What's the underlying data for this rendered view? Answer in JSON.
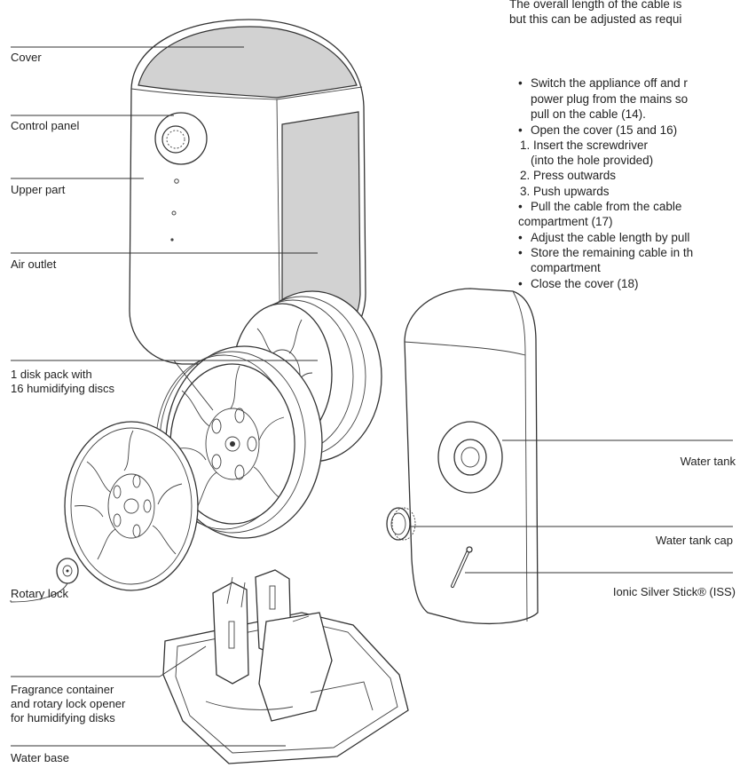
{
  "labels": {
    "cover": "Cover",
    "control_panel": "Control panel",
    "upper_part": "Upper part",
    "air_outlet": "Air outlet",
    "disk_pack_line1": "1 disk pack with",
    "disk_pack_line2": "16 humidifying discs",
    "rotary_lock": "Rotary lock",
    "fragrance_line1": "Fragrance container",
    "fragrance_line2": "and rotary lock opener",
    "fragrance_line3": "for humidifying disks",
    "water_base": "Water base",
    "water_tank": "Water tank",
    "water_tank_cap": "Water tank cap",
    "ionic_stick": "Ionic Silver Stick® (ISS)"
  },
  "instructions": {
    "intro_line1": "The overall length of the cable is",
    "intro_line2": "but this can be adjusted as requi",
    "steps": [
      "Switch the appliance off and r",
      "power plug from the mains so",
      "pull on the cable (14).",
      "Open the cover (15 and 16)",
      "1.  Insert the screwdriver",
      "(into the hole provided)",
      "2.  Press outwards",
      "3.  Push upwards",
      "Pull the cable from the cable",
      "compartment (17)",
      "Adjust the cable length by pull",
      "Store the remaining cable in th",
      "compartment",
      "Close the cover (18)"
    ]
  },
  "colors": {
    "shade": "#d2d2d2",
    "line": "#333333"
  }
}
